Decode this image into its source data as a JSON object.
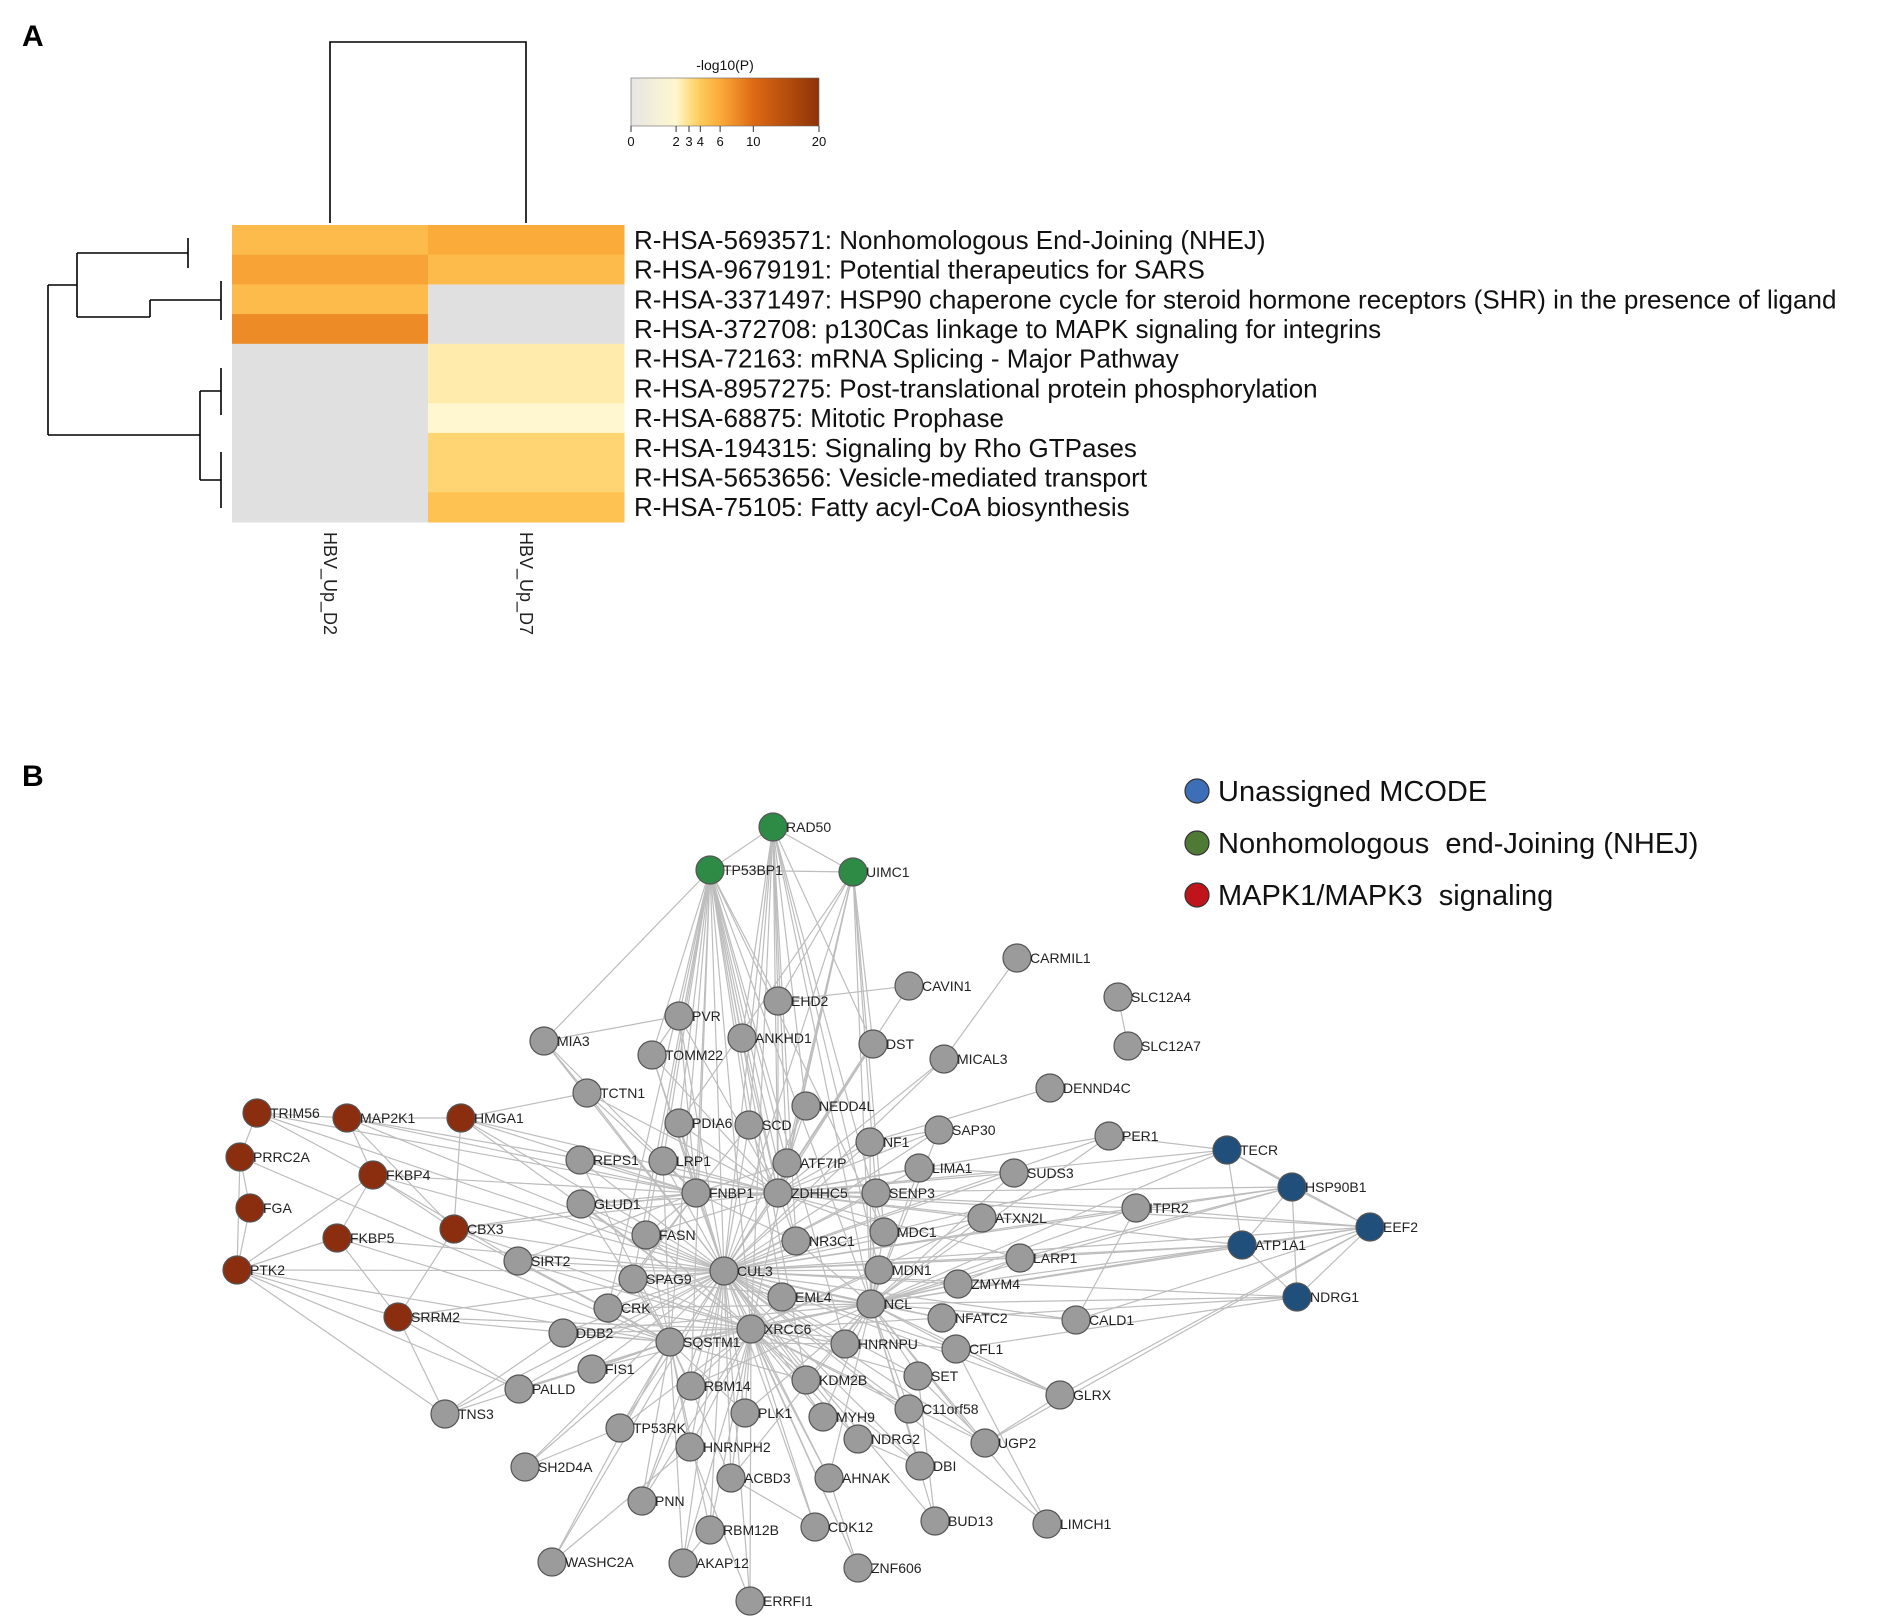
{
  "panels": {
    "a": "A",
    "b": "B"
  },
  "chart_data": [
    {
      "type": "heatmap",
      "columns": [
        "HBV_Up_D2",
        "HBV_Up_D7"
      ],
      "rows": [
        "R-HSA-5693571: Nonhomologous End-Joining (NHEJ)",
        "R-HSA-9679191: Potential therapeutics for SARS",
        "R-HSA-3371497: HSP90 chaperone cycle for steroid hormone receptors (SHR) in the presence of ligand",
        "R-HSA-372708: p130Cas linkage to MAPK signaling for integrins",
        "R-HSA-72163: mRNA Splicing - Major Pathway",
        "R-HSA-8957275: Post-translational protein phosphorylation",
        "R-HSA-68875: Mitotic Prophase",
        "R-HSA-194315: Signaling by Rho GTPases",
        "R-HSA-5653656: Vesicle-mediated transport",
        "R-HSA-75105: Fatty acyl-CoA biosynthesis"
      ],
      "values": [
        [
          5,
          6
        ],
        [
          6.5,
          5
        ],
        [
          5,
          null
        ],
        [
          8,
          null
        ],
        [
          null,
          2.5
        ],
        [
          null,
          2.5
        ],
        [
          null,
          2
        ],
        [
          null,
          3.5
        ],
        [
          null,
          3.5
        ],
        [
          null,
          4.5
        ]
      ],
      "colorscale": {
        "title": "-log10(P)",
        "ticks": [
          "0",
          "2",
          "3",
          "4",
          "6",
          "10",
          "20"
        ],
        "tick_values": [
          0,
          2,
          3,
          4,
          6,
          10,
          20
        ],
        "stops": [
          {
            "value": 0,
            "color": "#e6e6e6"
          },
          {
            "value": 2,
            "color": "#fff7cf"
          },
          {
            "value": 3,
            "color": "#ffe08a"
          },
          {
            "value": 4,
            "color": "#fdca5a"
          },
          {
            "value": 6,
            "color": "#fbab3a"
          },
          {
            "value": 10,
            "color": "#de6a13"
          },
          {
            "value": 20,
            "color": "#8e3207"
          }
        ],
        "missing_color": "#e0e0e0"
      }
    },
    {
      "type": "network",
      "legend": [
        {
          "label": "Unassigned MCODE",
          "color": "#3d6fb8"
        },
        {
          "label": "Nonhomologous  end-Joining (NHEJ)",
          "color": "#4f7a35"
        },
        {
          "label": "MAPK1/MAPK3  signaling",
          "color": "#c0141c"
        }
      ],
      "group_colors": {
        "nhej": "#2e8b45",
        "mapk": "#8b2e0f",
        "blue": "#1f4f7a",
        "gray": "#9b9b9b"
      },
      "nodes": [
        {
          "id": "RAD50",
          "group": "nhej"
        },
        {
          "id": "TP53BP1",
          "group": "nhej"
        },
        {
          "id": "UIMC1",
          "group": "nhej"
        },
        {
          "id": "TRIM56",
          "group": "mapk"
        },
        {
          "id": "MAP2K1",
          "group": "mapk"
        },
        {
          "id": "HMGA1",
          "group": "mapk"
        },
        {
          "id": "PRRC2A",
          "group": "mapk"
        },
        {
          "id": "FKBP4",
          "group": "mapk"
        },
        {
          "id": "FGA",
          "group": "mapk"
        },
        {
          "id": "CBX3",
          "group": "mapk"
        },
        {
          "id": "FKBP5",
          "group": "mapk"
        },
        {
          "id": "PTK2",
          "group": "mapk"
        },
        {
          "id": "SRRM2",
          "group": "mapk"
        },
        {
          "id": "TECR",
          "group": "blue"
        },
        {
          "id": "HSP90B1",
          "group": "blue"
        },
        {
          "id": "EEF2",
          "group": "blue"
        },
        {
          "id": "ATP1A1",
          "group": "blue"
        },
        {
          "id": "NDRG1",
          "group": "blue"
        },
        {
          "id": "CARMIL1",
          "group": "gray"
        },
        {
          "id": "CAVIN1",
          "group": "gray"
        },
        {
          "id": "SLC12A4",
          "group": "gray"
        },
        {
          "id": "EHD2",
          "group": "gray"
        },
        {
          "id": "PVR",
          "group": "gray"
        },
        {
          "id": "MIA3",
          "group": "gray"
        },
        {
          "id": "ANKHD1",
          "group": "gray"
        },
        {
          "id": "DST",
          "group": "gray"
        },
        {
          "id": "SLC12A7",
          "group": "gray"
        },
        {
          "id": "TOMM22",
          "group": "gray"
        },
        {
          "id": "MICAL3",
          "group": "gray"
        },
        {
          "id": "DENND4C",
          "group": "gray"
        },
        {
          "id": "TCTN1",
          "group": "gray"
        },
        {
          "id": "NEDD4L",
          "group": "gray"
        },
        {
          "id": "PDIA6",
          "group": "gray"
        },
        {
          "id": "SCD",
          "group": "gray"
        },
        {
          "id": "SAP30",
          "group": "gray"
        },
        {
          "id": "PER1",
          "group": "gray"
        },
        {
          "id": "NF1",
          "group": "gray"
        },
        {
          "id": "REPS1",
          "group": "gray"
        },
        {
          "id": "LRP1",
          "group": "gray"
        },
        {
          "id": "ATF7IP",
          "group": "gray"
        },
        {
          "id": "LIMA1",
          "group": "gray"
        },
        {
          "id": "SUDS3",
          "group": "gray"
        },
        {
          "id": "FNBP1",
          "group": "gray"
        },
        {
          "id": "ZDHHC5",
          "group": "gray"
        },
        {
          "id": "SENP3",
          "group": "gray"
        },
        {
          "id": "GLUD1",
          "group": "gray"
        },
        {
          "id": "ITPR2",
          "group": "gray"
        },
        {
          "id": "ATXN2L",
          "group": "gray"
        },
        {
          "id": "FASN",
          "group": "gray"
        },
        {
          "id": "MDC1",
          "group": "gray"
        },
        {
          "id": "NR3C1",
          "group": "gray"
        },
        {
          "id": "LARP1",
          "group": "gray"
        },
        {
          "id": "SIRT2",
          "group": "gray"
        },
        {
          "id": "CUL3",
          "group": "gray"
        },
        {
          "id": "MDN1",
          "group": "gray"
        },
        {
          "id": "SPAG9",
          "group": "gray"
        },
        {
          "id": "ZMYM4",
          "group": "gray"
        },
        {
          "id": "EML4",
          "group": "gray"
        },
        {
          "id": "CRK",
          "group": "gray"
        },
        {
          "id": "NCL",
          "group": "gray"
        },
        {
          "id": "NFATC2",
          "group": "gray"
        },
        {
          "id": "CALD1",
          "group": "gray"
        },
        {
          "id": "DDB2",
          "group": "gray"
        },
        {
          "id": "XRCC6",
          "group": "gray"
        },
        {
          "id": "SQSTM1",
          "group": "gray"
        },
        {
          "id": "HNRNPU",
          "group": "gray"
        },
        {
          "id": "CFL1",
          "group": "gray"
        },
        {
          "id": "FIS1",
          "group": "gray"
        },
        {
          "id": "SET",
          "group": "gray"
        },
        {
          "id": "PALLD",
          "group": "gray"
        },
        {
          "id": "RBM14",
          "group": "gray"
        },
        {
          "id": "KDM2B",
          "group": "gray"
        },
        {
          "id": "GLRX",
          "group": "gray"
        },
        {
          "id": "TNS3",
          "group": "gray"
        },
        {
          "id": "PLK1",
          "group": "gray"
        },
        {
          "id": "C11orf58",
          "group": "gray"
        },
        {
          "id": "MYH9",
          "group": "gray"
        },
        {
          "id": "TP53RK",
          "group": "gray"
        },
        {
          "id": "NDRG2",
          "group": "gray"
        },
        {
          "id": "UGP2",
          "group": "gray"
        },
        {
          "id": "HNRNPH2",
          "group": "gray"
        },
        {
          "id": "SH2D4A",
          "group": "gray"
        },
        {
          "id": "DBI",
          "group": "gray"
        },
        {
          "id": "ACBD3",
          "group": "gray"
        },
        {
          "id": "AHNAK",
          "group": "gray"
        },
        {
          "id": "PNN",
          "group": "gray"
        },
        {
          "id": "BUD13",
          "group": "gray"
        },
        {
          "id": "LIMCH1",
          "group": "gray"
        },
        {
          "id": "CDK12",
          "group": "gray"
        },
        {
          "id": "RBM12B",
          "group": "gray"
        },
        {
          "id": "WASHC2A",
          "group": "gray"
        },
        {
          "id": "AKAP12",
          "group": "gray"
        },
        {
          "id": "ZNF606",
          "group": "gray"
        },
        {
          "id": "ERRFI1",
          "group": "gray"
        }
      ]
    }
  ]
}
